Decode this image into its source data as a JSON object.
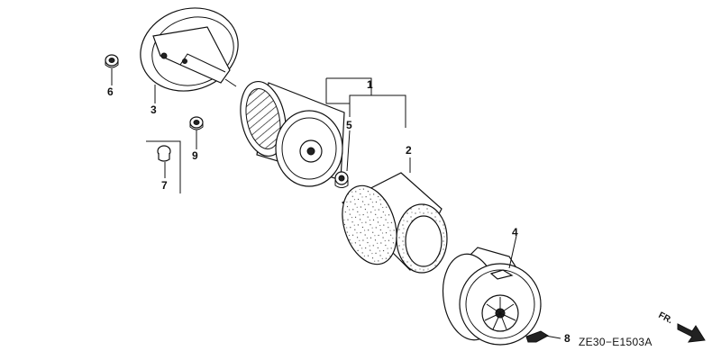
{
  "diagram": {
    "drawing_code": "ZE30−E1503A",
    "direction_mark": "FR.",
    "callouts": [
      {
        "id": "c1",
        "text": "1"
      },
      {
        "id": "c2",
        "text": "2"
      },
      {
        "id": "c3",
        "text": "3"
      },
      {
        "id": "c4",
        "text": "4"
      },
      {
        "id": "c5",
        "text": "5"
      },
      {
        "id": "c6",
        "text": "6"
      },
      {
        "id": "c7",
        "text": "7"
      },
      {
        "id": "c8",
        "text": "8"
      },
      {
        "id": "c9",
        "text": "9"
      }
    ]
  },
  "colors": {
    "ink": "#111111",
    "paper": "#ffffff"
  }
}
